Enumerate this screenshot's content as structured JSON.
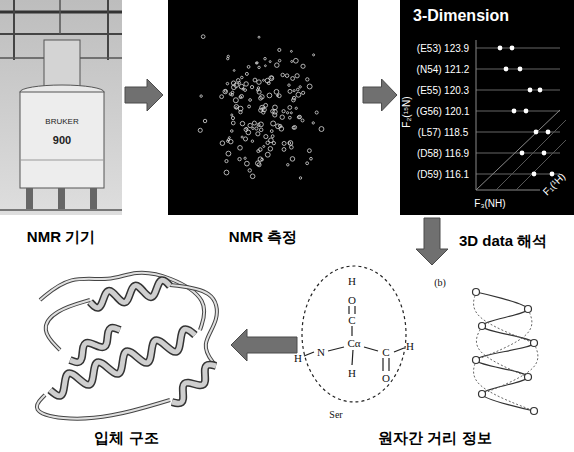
{
  "diagram": {
    "nodes": [
      {
        "text": [
          "NMR 기기"
        ]
      },
      {
        "text": [
          "NMR 측정"
        ]
      },
      {
        "text": [
          "3-Dimension"
        ]
      },
      {
        "text": [
          "원자간 거리 정보"
        ]
      },
      {
        "text": [
          "입체 구조"
        ]
      }
    ],
    "edges": [
      {
        "from": 0,
        "to": 1,
        "arrow": "to"
      },
      {
        "from": 1,
        "to": 2,
        "arrow": "to"
      },
      {
        "from": 2,
        "to": 3,
        "label": "3D data 해석",
        "arrow": "to"
      },
      {
        "from": 3,
        "to": 4,
        "arrow": "to"
      }
    ],
    "labels": [
      "BRUKER",
      "900",
      "(E53) 123.9",
      "(N54) 121.2",
      "(E55) 120.3",
      "(G56) 120.1",
      "(L57) 118.5",
      "(D58) 116.9",
      "(D59) 116.1",
      "F₂(¹⁵N)",
      "F₁(¹H)",
      "F₃(NH)",
      "H",
      "O",
      "C",
      "Cα",
      "N",
      "C",
      "O",
      "H",
      "H",
      "H",
      "Ser",
      "(b)"
    ]
  }
}
